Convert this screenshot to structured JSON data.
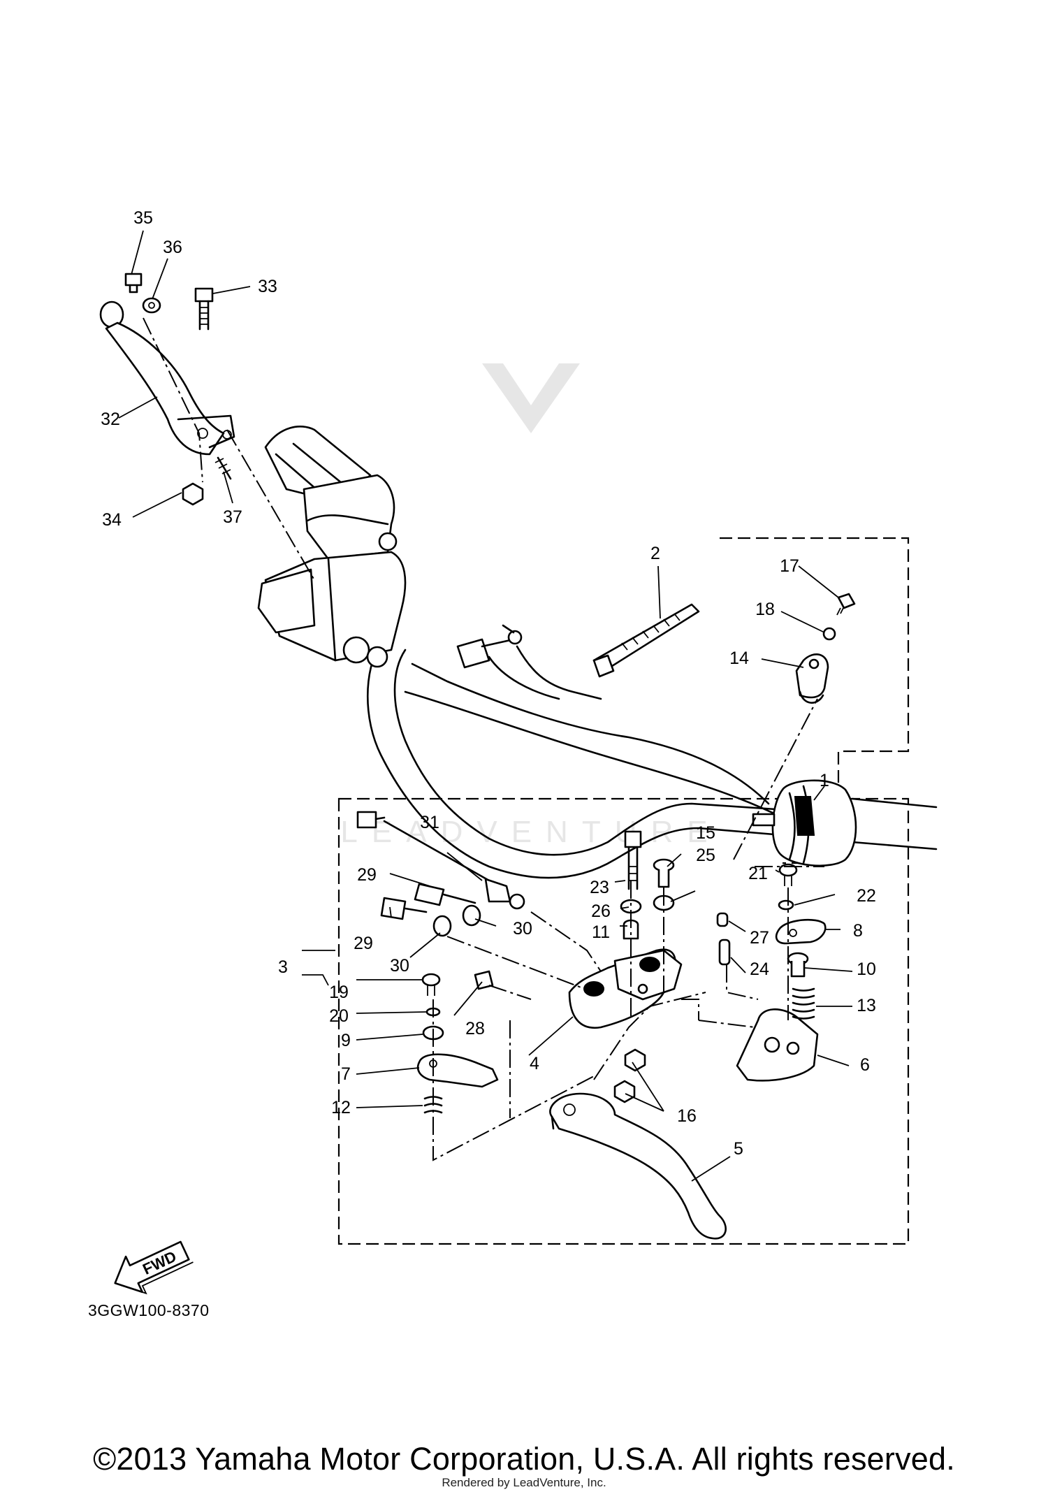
{
  "diagram": {
    "code": "3GGW100-8370",
    "fwd_label": "FWD",
    "watermark": "LEADVENTURE",
    "labels": {
      "p1": "1",
      "p2": "2",
      "p3": "3",
      "p4": "4",
      "p5": "5",
      "p6": "6",
      "p7": "7",
      "p8": "8",
      "p9": "9",
      "p10": "10",
      "p11": "11",
      "p12": "12",
      "p13": "13",
      "p14": "14",
      "p15": "15",
      "p16": "16",
      "p17": "17",
      "p18": "18",
      "p19": "19",
      "p20": "20",
      "p21": "21",
      "p22": "22",
      "p23": "23",
      "p24": "24",
      "p25": "25",
      "p26": "26",
      "p27": "27",
      "p28": "28",
      "p29a": "29",
      "p29b": "29",
      "p30a": "30",
      "p30b": "30",
      "p31": "31",
      "p32": "32",
      "p33": "33",
      "p34": "34",
      "p35": "35",
      "p36": "36",
      "p37": "37"
    }
  },
  "footer": {
    "copyright": "©2013 Yamaha Motor Corporation, U.S.A. All rights reserved.",
    "rendered_by": "Rendered by LeadVenture, Inc."
  }
}
